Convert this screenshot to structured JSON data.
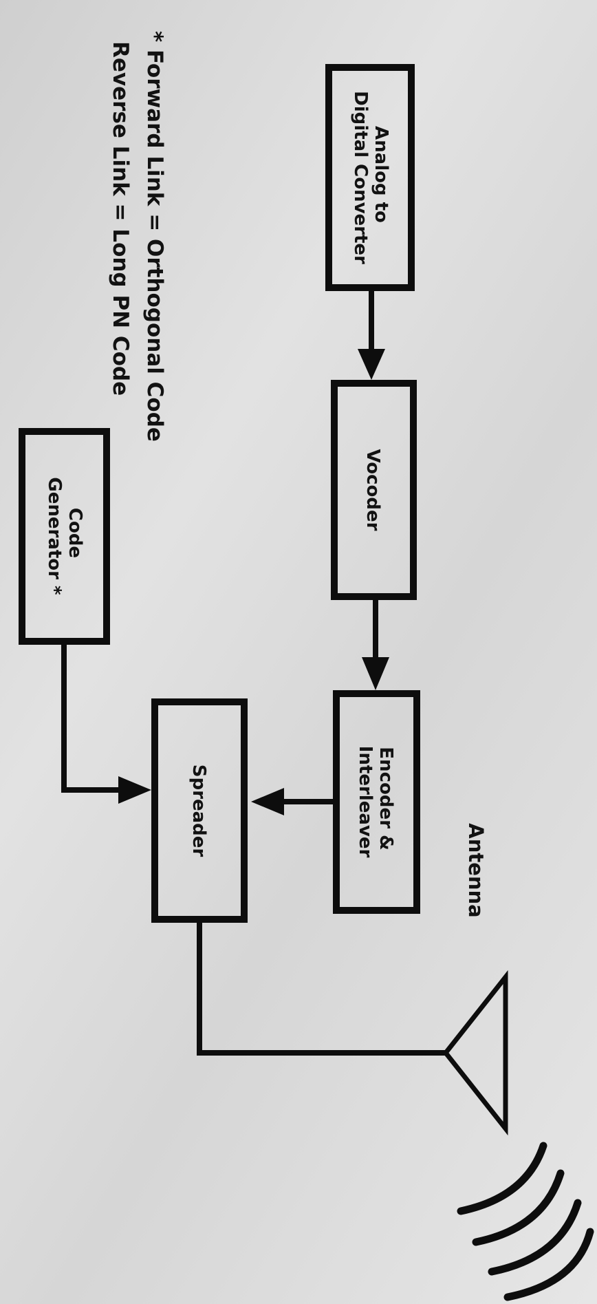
{
  "blocks": {
    "adc": {
      "line1": "Analog to",
      "line2": "Digital Converter"
    },
    "vocoder": {
      "label": "Vocoder"
    },
    "encoder": {
      "line1": "Encoder &",
      "line2": "Interleaver"
    },
    "spreader": {
      "label": "Spreader"
    },
    "code_generator": {
      "line1": "Code",
      "line2": "Generator *"
    }
  },
  "antenna": {
    "label": "Antenna"
  },
  "footnote": {
    "line1": "* Forward Link = Orthogonal Code",
    "line2": "Reverse Link = Long PN Code"
  },
  "colors": {
    "ink": "#0d0d0d",
    "paper": "#d9d9d9"
  }
}
